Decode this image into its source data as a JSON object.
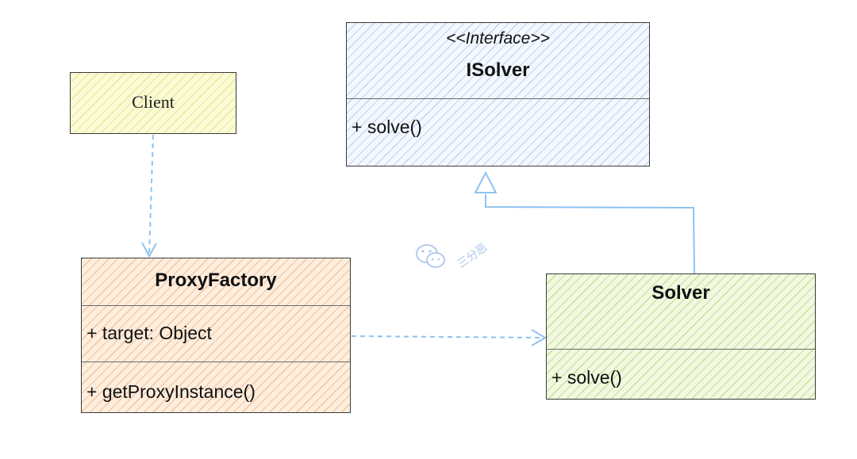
{
  "classes": {
    "isolver": {
      "stereotype": "<<Interface>>",
      "name": "ISolver",
      "methods": [
        "+ solve()"
      ]
    },
    "client": {
      "name": "Client"
    },
    "proxy_factory": {
      "name": "ProxyFactory",
      "fields": [
        "+ target: Object"
      ],
      "methods": [
        "+ getProxyInstance()"
      ]
    },
    "solver": {
      "name": "Solver",
      "methods": [
        "+ solve()"
      ]
    }
  },
  "watermark": {
    "text": "三分恶",
    "icon": "wechat-icon"
  },
  "colors": {
    "link_blue": "#8ec2f0",
    "isolver_fill": "#f4f8fe",
    "client_fill": "#fbfbd8",
    "proxy_fill": "#fdeede",
    "solver_fill": "#f2f8e2"
  }
}
